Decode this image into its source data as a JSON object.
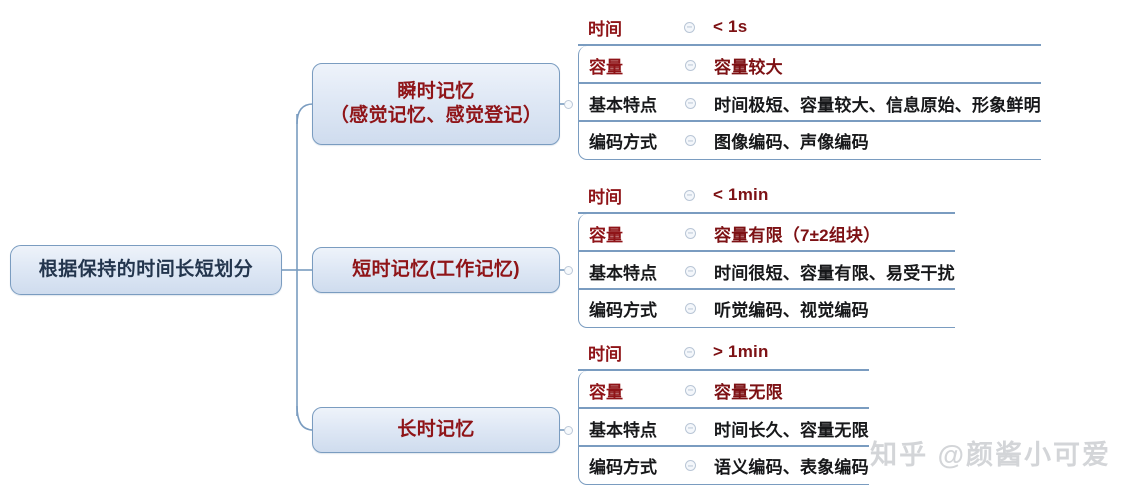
{
  "diagram": {
    "title": "记忆分类思维导图",
    "root": {
      "label": "根据保持的时间长短划分"
    },
    "colors": {
      "node_border": "#7a9cc0",
      "node_fill_top": "#eef3fa",
      "node_fill_bottom": "#cfdcee",
      "root_text": "#23354d",
      "branch_text": "#8f1418",
      "label_red": "#8f1418",
      "label_dark": "#17181a",
      "value_red": "#7d1114",
      "value_dark": "#17181a",
      "watermark": "#969ba2"
    },
    "branches": [
      {
        "label": "瞬时记忆\n（感觉记忆、感觉登记）",
        "rows": [
          {
            "label": "时间",
            "label_color": "red",
            "value": "< 1s",
            "value_color": "red"
          },
          {
            "label": "容量",
            "label_color": "red",
            "value": "容量较大",
            "value_color": "red"
          },
          {
            "label": "基本特点",
            "label_color": "dark",
            "value": "时间极短、容量较大、信息原始、形象鲜明",
            "value_color": "dark"
          },
          {
            "label": "编码方式",
            "label_color": "dark",
            "value": "图像编码、声像编码",
            "value_color": "dark"
          }
        ]
      },
      {
        "label": "短时记忆(工作记忆)",
        "rows": [
          {
            "label": "时间",
            "label_color": "red",
            "value": "< 1min",
            "value_color": "red"
          },
          {
            "label": "容量",
            "label_color": "red",
            "value": "容量有限（7±2组块）",
            "value_color": "red"
          },
          {
            "label": "基本特点",
            "label_color": "dark",
            "value": "时间很短、容量有限、易受干扰",
            "value_color": "dark"
          },
          {
            "label": "编码方式",
            "label_color": "dark",
            "value": "听觉编码、视觉编码",
            "value_color": "dark"
          }
        ]
      },
      {
        "label": "长时记忆",
        "rows": [
          {
            "label": "时间",
            "label_color": "red",
            "value": "> 1min",
            "value_color": "red"
          },
          {
            "label": "容量",
            "label_color": "red",
            "value": "容量无限",
            "value_color": "red"
          },
          {
            "label": "基本特点",
            "label_color": "dark",
            "value": "时间长久、容量无限",
            "value_color": "dark"
          },
          {
            "label": "编码方式",
            "label_color": "dark",
            "value": "语义编码、表象编码",
            "value_color": "dark"
          }
        ]
      }
    ]
  },
  "watermark": {
    "text": "知乎 @颜酱小可爱"
  }
}
